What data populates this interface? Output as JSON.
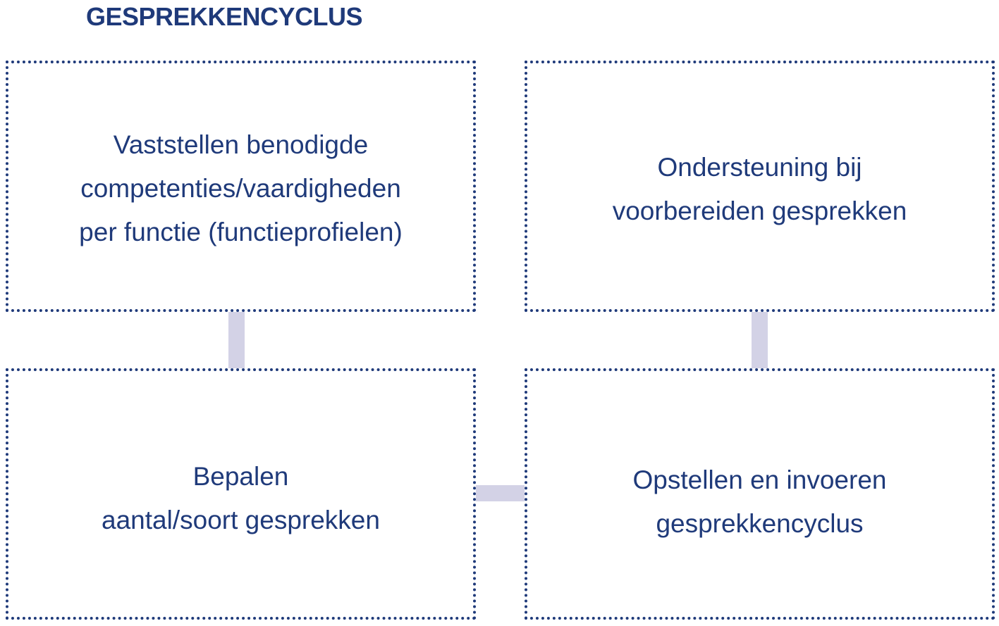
{
  "title": "GESPREKKENCYCLUS",
  "colors": {
    "text": "#1f3a7a",
    "border": "#1f3a7a",
    "connector": "#d3d2e6"
  },
  "boxes": {
    "top_left": "Vaststellen benodigde\ncompetenties/vaardigheden\nper functie (functieprofielen)",
    "top_right": "Ondersteuning bij\nvoorbereiden gesprekken",
    "bottom_left": "Bepalen\naantal/soort gesprekken",
    "bottom_right": "Opstellen en invoeren\ngesprekkencyclus"
  }
}
